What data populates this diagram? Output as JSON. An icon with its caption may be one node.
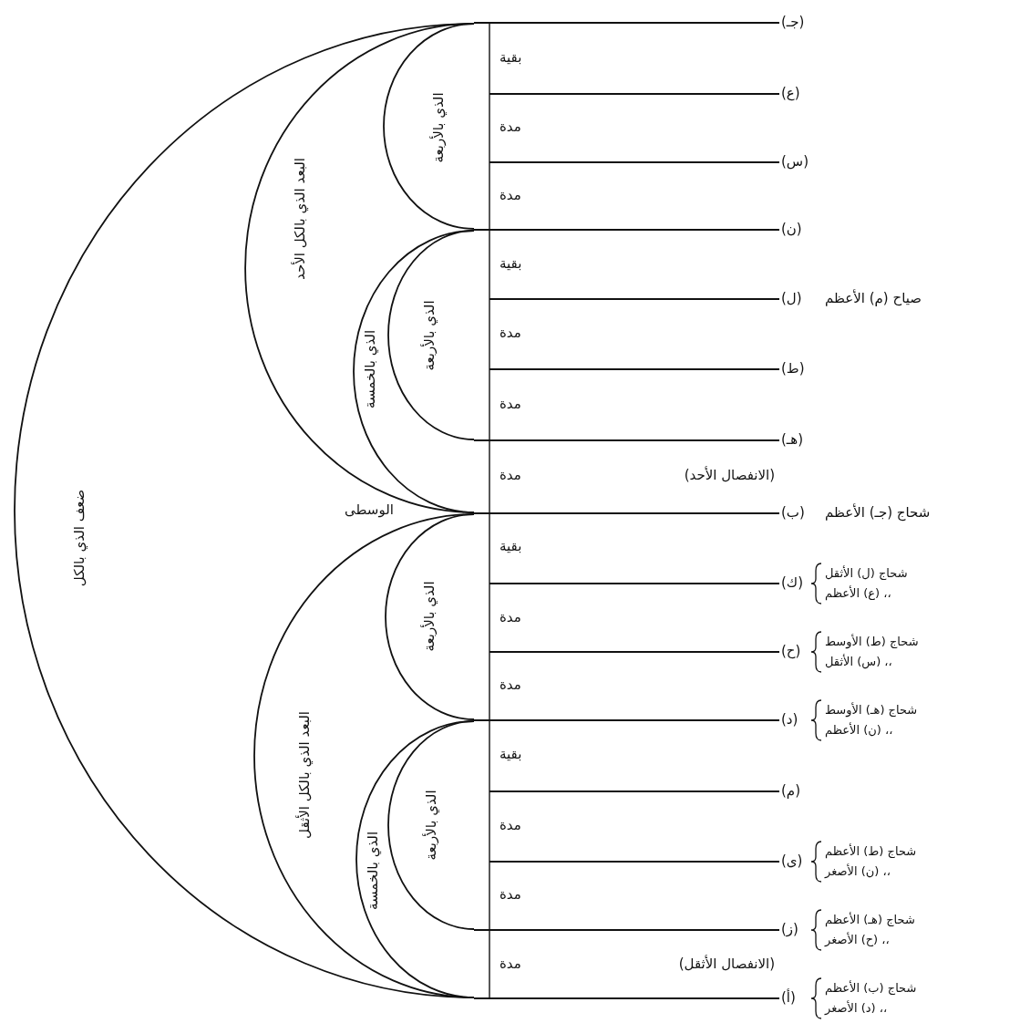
{
  "diagram": {
    "nodes": [
      {
        "text": [
          "ضعف الذي بالكل"
        ]
      },
      {
        "text": [
          "البعد الذي بالكل الأحد"
        ],
        "in": 0
      },
      {
        "text": [
          "الذي بالأربعة"
        ],
        "in": 1
      },
      {
        "text": [
          "الذي بالخمسة"
        ],
        "in": 1
      },
      {
        "text": [
          "الذي بالأربعة"
        ],
        "in": 3
      },
      {
        "text": [
          "البعد الذي بالكل الأثقل"
        ],
        "in": 0
      },
      {
        "text": [
          "الذي بالأربعة"
        ],
        "in": 5
      },
      {
        "text": [
          "الذي بالخمسة"
        ],
        "in": 5
      },
      {
        "text": [
          "الذي بالأربعة"
        ],
        "in": 7
      }
    ],
    "labels": [
      "(جـ)",
      "بقية",
      "(ع)",
      "مدة",
      "(س)",
      "مدة",
      "(ن)",
      "بقية",
      "(ل)",
      "صياح (م) الأعظم",
      "مدة",
      "(ط)",
      "مدة",
      "(هـ)",
      "مدة",
      "(الانفصال الأحد)",
      "الوسطى",
      "(ب)",
      "شحاج (جـ) الأعظم",
      "بقية",
      "شحاج (ل) الأثقل",
      "،، (ع) الأعظم",
      "(ك)",
      "مدة",
      "شحاج (ط) الأوسط",
      "،، (س) الأثقل",
      "(ح)",
      "مدة",
      "شحاج (هـ) الأوسط",
      "،، (ن) الأعظم",
      "(د)",
      "بقية",
      "(م)",
      "مدة",
      "شحاج (ط) الأعظم",
      "،، (ن) الأصغر",
      "(ى)",
      "مدة",
      "شحاج (هـ) الأعظم",
      "،، (ح) الأصغر",
      "(ز)",
      "مدة",
      "(الانفصال الأثقل)",
      "شحاج (ب) الأعظم",
      "،، (د) الأصغر",
      "(أ)"
    ]
  }
}
